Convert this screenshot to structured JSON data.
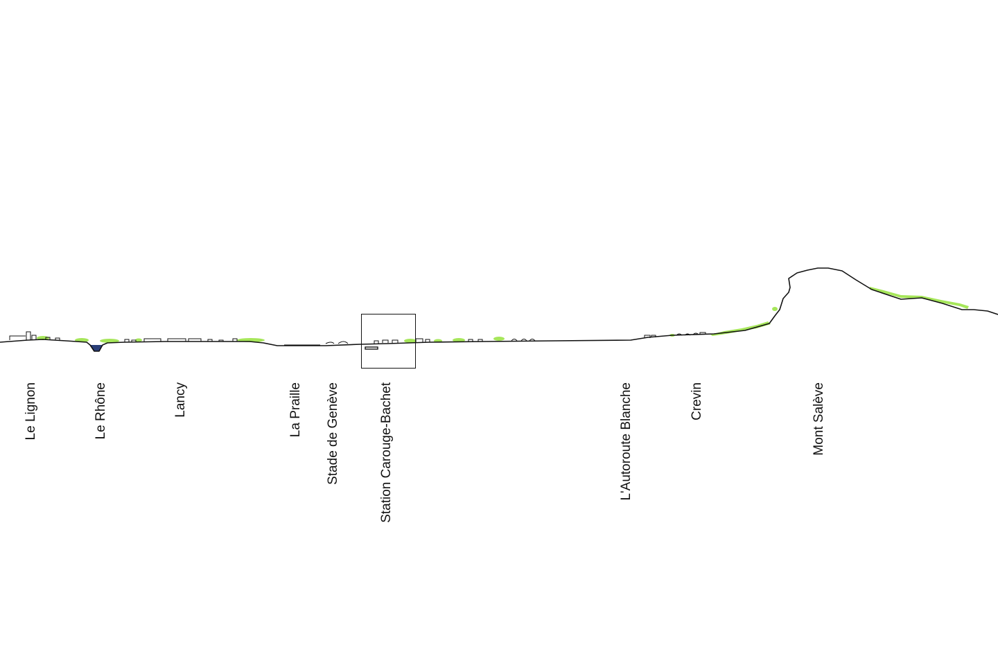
{
  "colors": {
    "background": "#ffffff",
    "terrain_line": "#111111",
    "vegetation": "#a6e65a",
    "water": "#2a3e78"
  },
  "labels": [
    {
      "id": "le-lignon",
      "text": "Le Lignon"
    },
    {
      "id": "le-rhone",
      "text": "Le Rhône"
    },
    {
      "id": "lancy",
      "text": "Lancy"
    },
    {
      "id": "la-praille",
      "text": "La Praille"
    },
    {
      "id": "stade-de-geneve",
      "text": "Stade de Genève"
    },
    {
      "id": "station-carouge-bachet",
      "text": "Station Carouge-Bachet"
    },
    {
      "id": "autoroute-blanche",
      "text": "L'Autoroute Blanche"
    },
    {
      "id": "crevin",
      "text": "Crevin"
    },
    {
      "id": "mont-saleve",
      "text": "Mont Salève"
    }
  ],
  "highlight": {
    "target": "Station Carouge-Bachet",
    "shape": "square-frame"
  }
}
